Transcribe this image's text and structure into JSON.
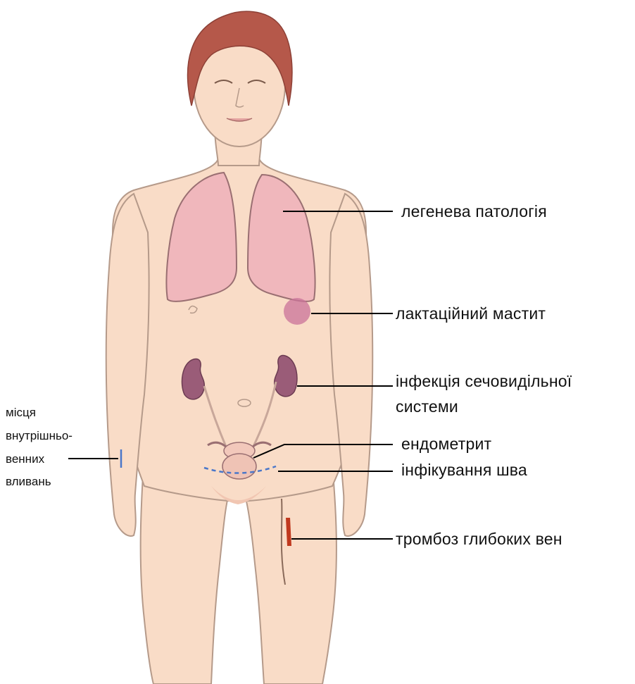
{
  "labels": {
    "lung": "легенева патологія",
    "mastitis": "лактаційний мастит",
    "urinary_line1": "інфекція сечовидільної",
    "urinary_line2": "системи",
    "endometritis": "ендометрит",
    "suture": "інфікування шва",
    "thrombosis": "тромбоз   глибоких вен",
    "iv_line1": "місця",
    "iv_line2": "внутрішньо-",
    "iv_line3": "венних",
    "iv_line4": "вливань"
  },
  "colors": {
    "skin": "#f9dcc7",
    "skin_outline": "#b59a8a",
    "hair": "#b5584a",
    "lung": "#f0b7bc",
    "lung_outline": "#9a6f72",
    "kidney": "#9a5c78",
    "uterus": "#f2c8bb",
    "mastitis": "#c9739a",
    "thrombus": "#c0381e",
    "iv_mark": "#4a77c9",
    "suture_line": "#4a77c9",
    "label_text": "#111111",
    "leader_line": "#000000"
  }
}
